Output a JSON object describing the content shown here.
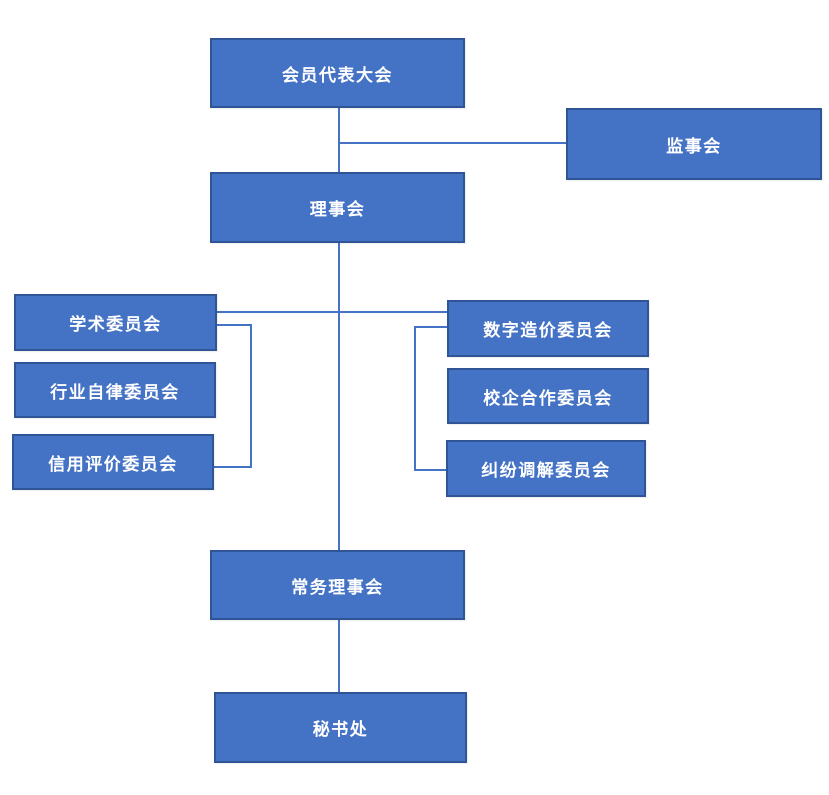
{
  "diagram": {
    "type": "org-chart",
    "colors": {
      "node_fill": "#4472C4",
      "node_border": "#2F5597",
      "connector": "#4472C4",
      "text_color": "#FFFFFF",
      "canvas_bg": "#FFFFFF"
    },
    "nodes": [
      {
        "id": "member-assembly",
        "label": "会员代表大会"
      },
      {
        "id": "supervisory-board",
        "label": "监事会"
      },
      {
        "id": "council",
        "label": "理事会"
      },
      {
        "id": "academic-committee",
        "label": "学术委员会"
      },
      {
        "id": "industry-self-discipline-committee",
        "label": "行业自律委员会"
      },
      {
        "id": "credit-evaluation-committee",
        "label": "信用评价委员会"
      },
      {
        "id": "digital-cost-committee",
        "label": "数字造价委员会"
      },
      {
        "id": "school-enterprise-cooperation-committee",
        "label": "校企合作委员会"
      },
      {
        "id": "dispute-mediation-committee",
        "label": "纠纷调解委员会"
      },
      {
        "id": "standing-council",
        "label": "常务理事会"
      },
      {
        "id": "secretariat",
        "label": "秘书处"
      }
    ],
    "edges": [
      {
        "from": "member-assembly",
        "to": "council"
      },
      {
        "from": "member-assembly",
        "to": "supervisory-board"
      },
      {
        "from": "council",
        "to": "standing-council"
      },
      {
        "from": "council",
        "to": "academic-committee"
      },
      {
        "from": "council",
        "to": "digital-cost-committee"
      },
      {
        "from": "academic-committee",
        "to": "credit-evaluation-committee"
      },
      {
        "from": "digital-cost-committee",
        "to": "dispute-mediation-committee"
      },
      {
        "from": "standing-council",
        "to": "secretariat"
      }
    ]
  }
}
